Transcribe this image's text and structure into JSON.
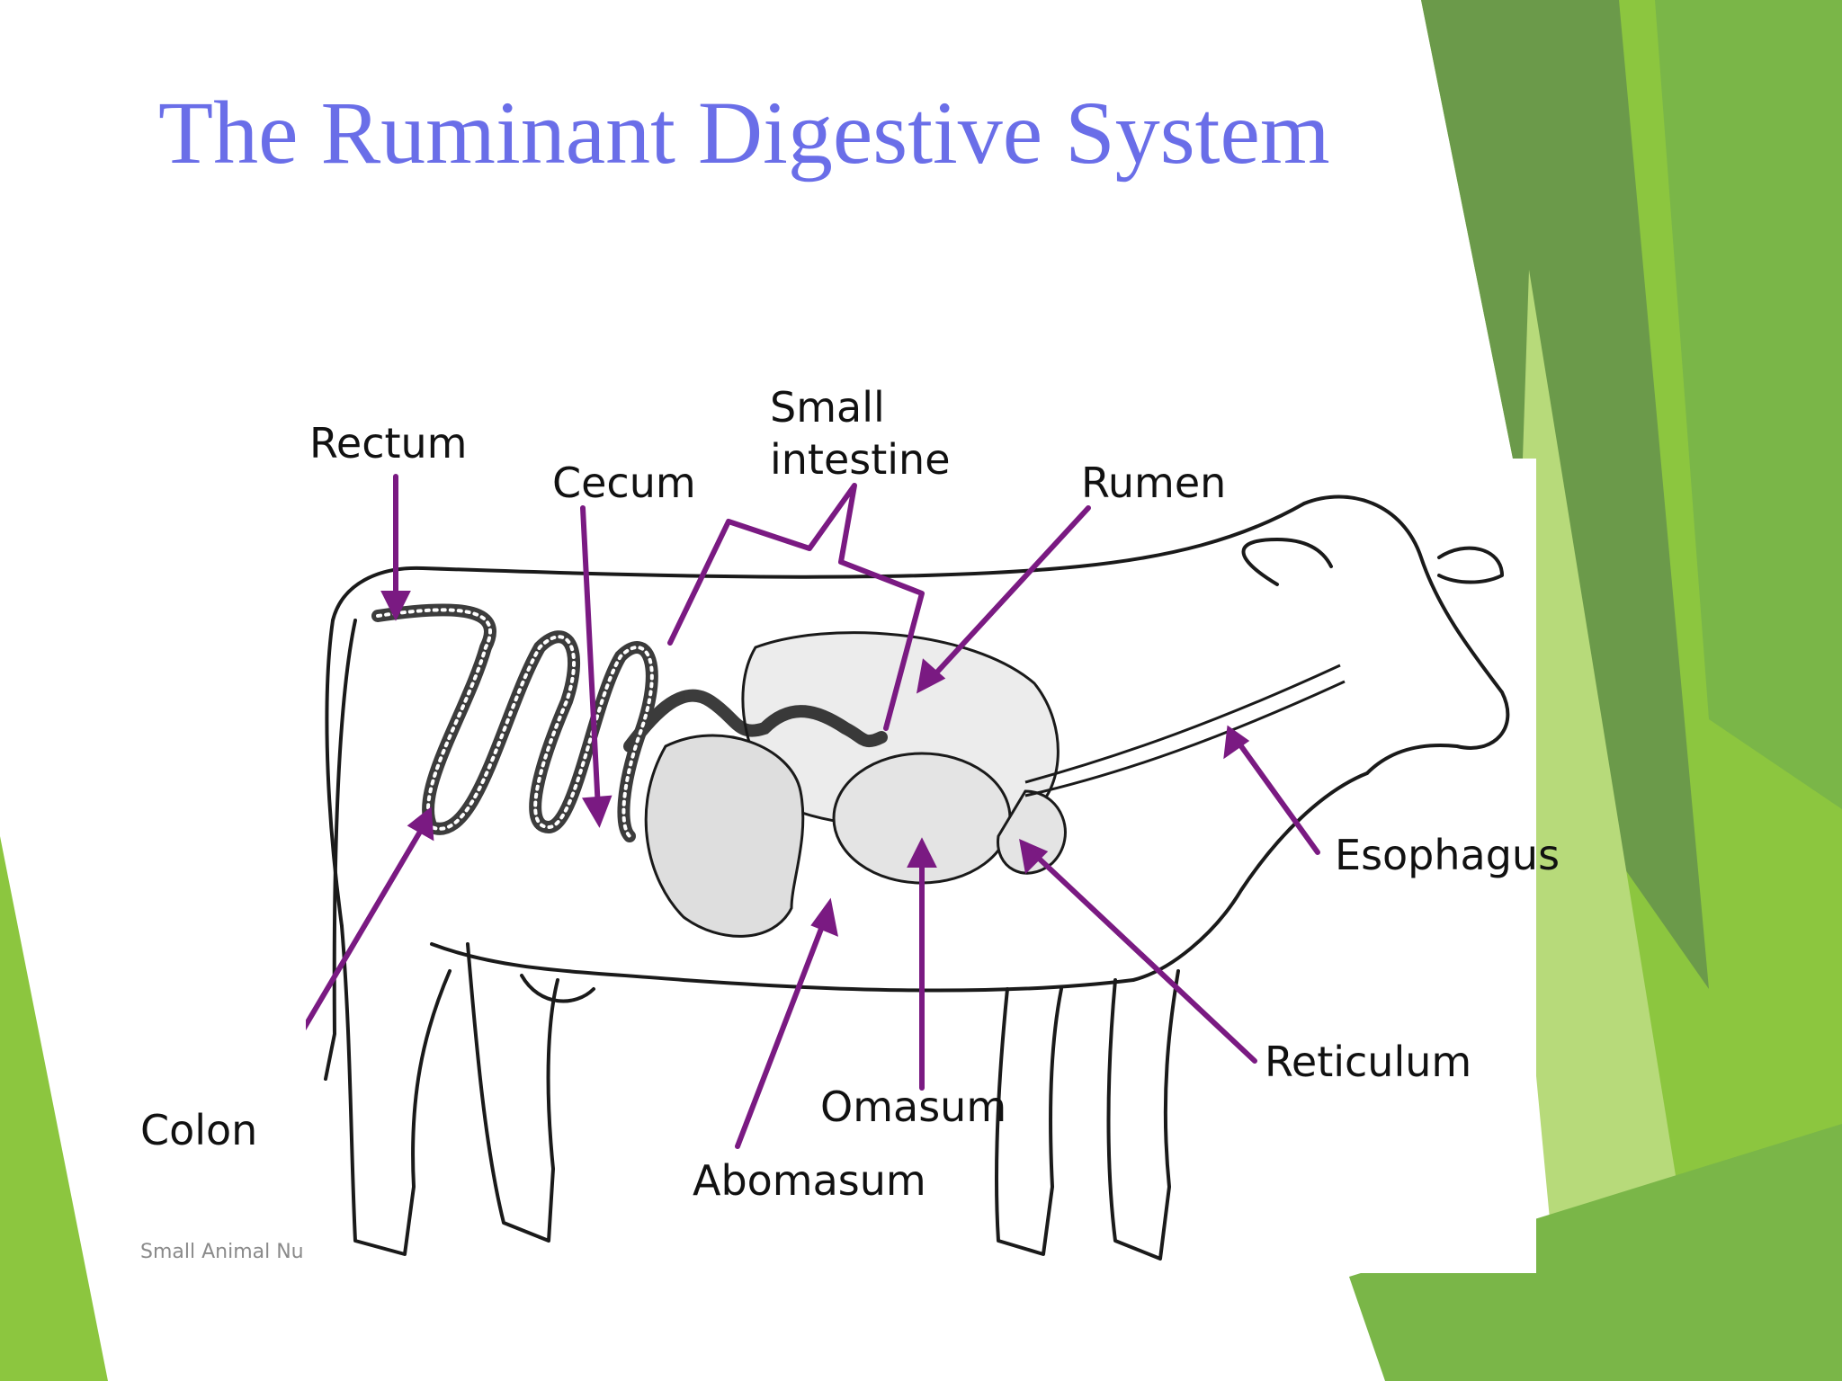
{
  "slide": {
    "title": "The Ruminant Digestive System",
    "footer_text": "Small Animal Nu"
  },
  "diagram": {
    "subject": "cow",
    "arrow_color": "#7a1a82",
    "labels": {
      "rectum": "Rectum",
      "cecum": "Cecum",
      "small_intestine_line1": "Small",
      "small_intestine_line2": "intestine",
      "rumen": "Rumen",
      "esophagus": "Esophagus",
      "reticulum": "Reticulum",
      "omasum": "Omasum",
      "abomasum": "Abomasum",
      "colon": "Colon"
    }
  },
  "theme": {
    "title_color": "#6a6ee8",
    "accent_greens": [
      "#8cc63f",
      "#6b9a4a",
      "#b7da7a",
      "#7ab648"
    ]
  }
}
